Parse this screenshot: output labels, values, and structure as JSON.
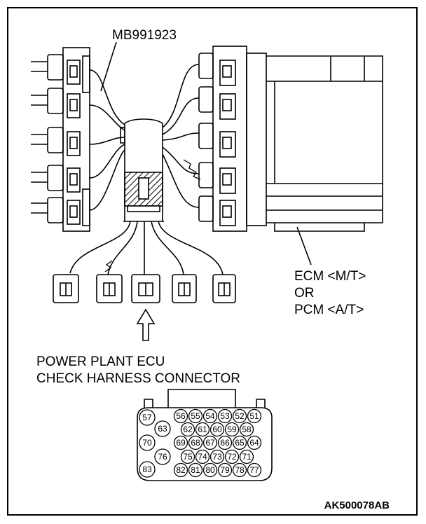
{
  "labels": {
    "tool_part_number": "MB991923",
    "ecu_line1": "ECM <M/T>",
    "ecu_line2": "OR",
    "ecu_line3": "PCM <A/T>",
    "connector_line1": "POWER PLANT ECU",
    "connector_line2": "CHECK HARNESS CONNECTOR",
    "figure_code": "AK500078AB"
  },
  "connector_pins": {
    "upper_left_large": [
      "57",
      "63",
      "70",
      "76",
      "83"
    ],
    "row1": [
      "56",
      "55",
      "54",
      "53",
      "52",
      "51"
    ],
    "row2": [
      "62",
      "61",
      "60",
      "59",
      "58"
    ],
    "row3": [
      "69",
      "68",
      "67",
      "66",
      "65",
      "64"
    ],
    "row4": [
      "75",
      "74",
      "73",
      "72",
      "71"
    ],
    "row5": [
      "82",
      "81",
      "80",
      "79",
      "78",
      "77"
    ]
  }
}
